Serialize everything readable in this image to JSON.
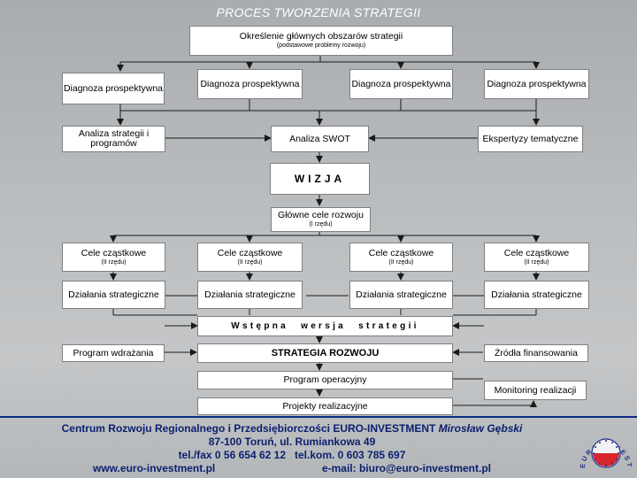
{
  "title": "PROCES TWORZENIA STRATEGII",
  "top_box": {
    "label": "Określenie głównych obszarów strategii",
    "sub": "(podstawowe problemy rozwoju)"
  },
  "diagnoza": [
    "Diagnoza prospektywna",
    "Diagnoza prospektywna",
    "Diagnoza prospektywna",
    "Diagnoza prospektywna"
  ],
  "analiza_strategii": "Analiza strategii i programów",
  "analiza_swot": "Analiza SWOT",
  "ekspertyzy": "Ekspertyzy tematyczne",
  "wizja": "WIZJA",
  "glowne_cele": {
    "label": "Główne cele rozwoju",
    "sub": "(I rzędu)"
  },
  "cele_czastkowe": [
    {
      "label": "Cele cząstkowe",
      "sub": "(II rzędu)"
    },
    {
      "label": "Cele cząstkowe",
      "sub": "(II rzędu)"
    },
    {
      "label": "Cele cząstkowe",
      "sub": "(II rzędu)"
    },
    {
      "label": "Cele cząstkowe",
      "sub": "(II rzędu)"
    }
  ],
  "dzialania": [
    "Działania strategiczne",
    "Działania strategiczne",
    "Działania strategiczne",
    "Działania strategiczne"
  ],
  "wstepna_wersja": "Wstępna wersja strategii",
  "program_wdrazania": "Program wdrażania",
  "strategia_rozwoju": "STRATEGIA ROZWOJU",
  "zrodla": "Źródła finansowania",
  "program_operacyjny": "Program operacyjny",
  "monitoring": "Monitoring realizacji",
  "projekty": "Projekty realizacyjne",
  "footer": {
    "org": "Centrum Rozwoju Regionalnego i Przedsiębiorczości EURO-INVESTMENT",
    "person": "Mirosław Gębski",
    "address": "87-100 Toruń, ul. Rumiankowa 49",
    "phones": "tel./fax 0 56 654 62 12   tel.kom. 0 603 785 697",
    "www": "www.euro-investment.pl",
    "email": "e-mail: biuro@euro-investment.pl"
  },
  "logo_text": "EURO-INVESTMENT",
  "colors": {
    "footer_text": "#0b1f6e",
    "footer_line": "#0b2a86",
    "logo_red": "#d8262e",
    "logo_blue": "#1e2f8a"
  }
}
